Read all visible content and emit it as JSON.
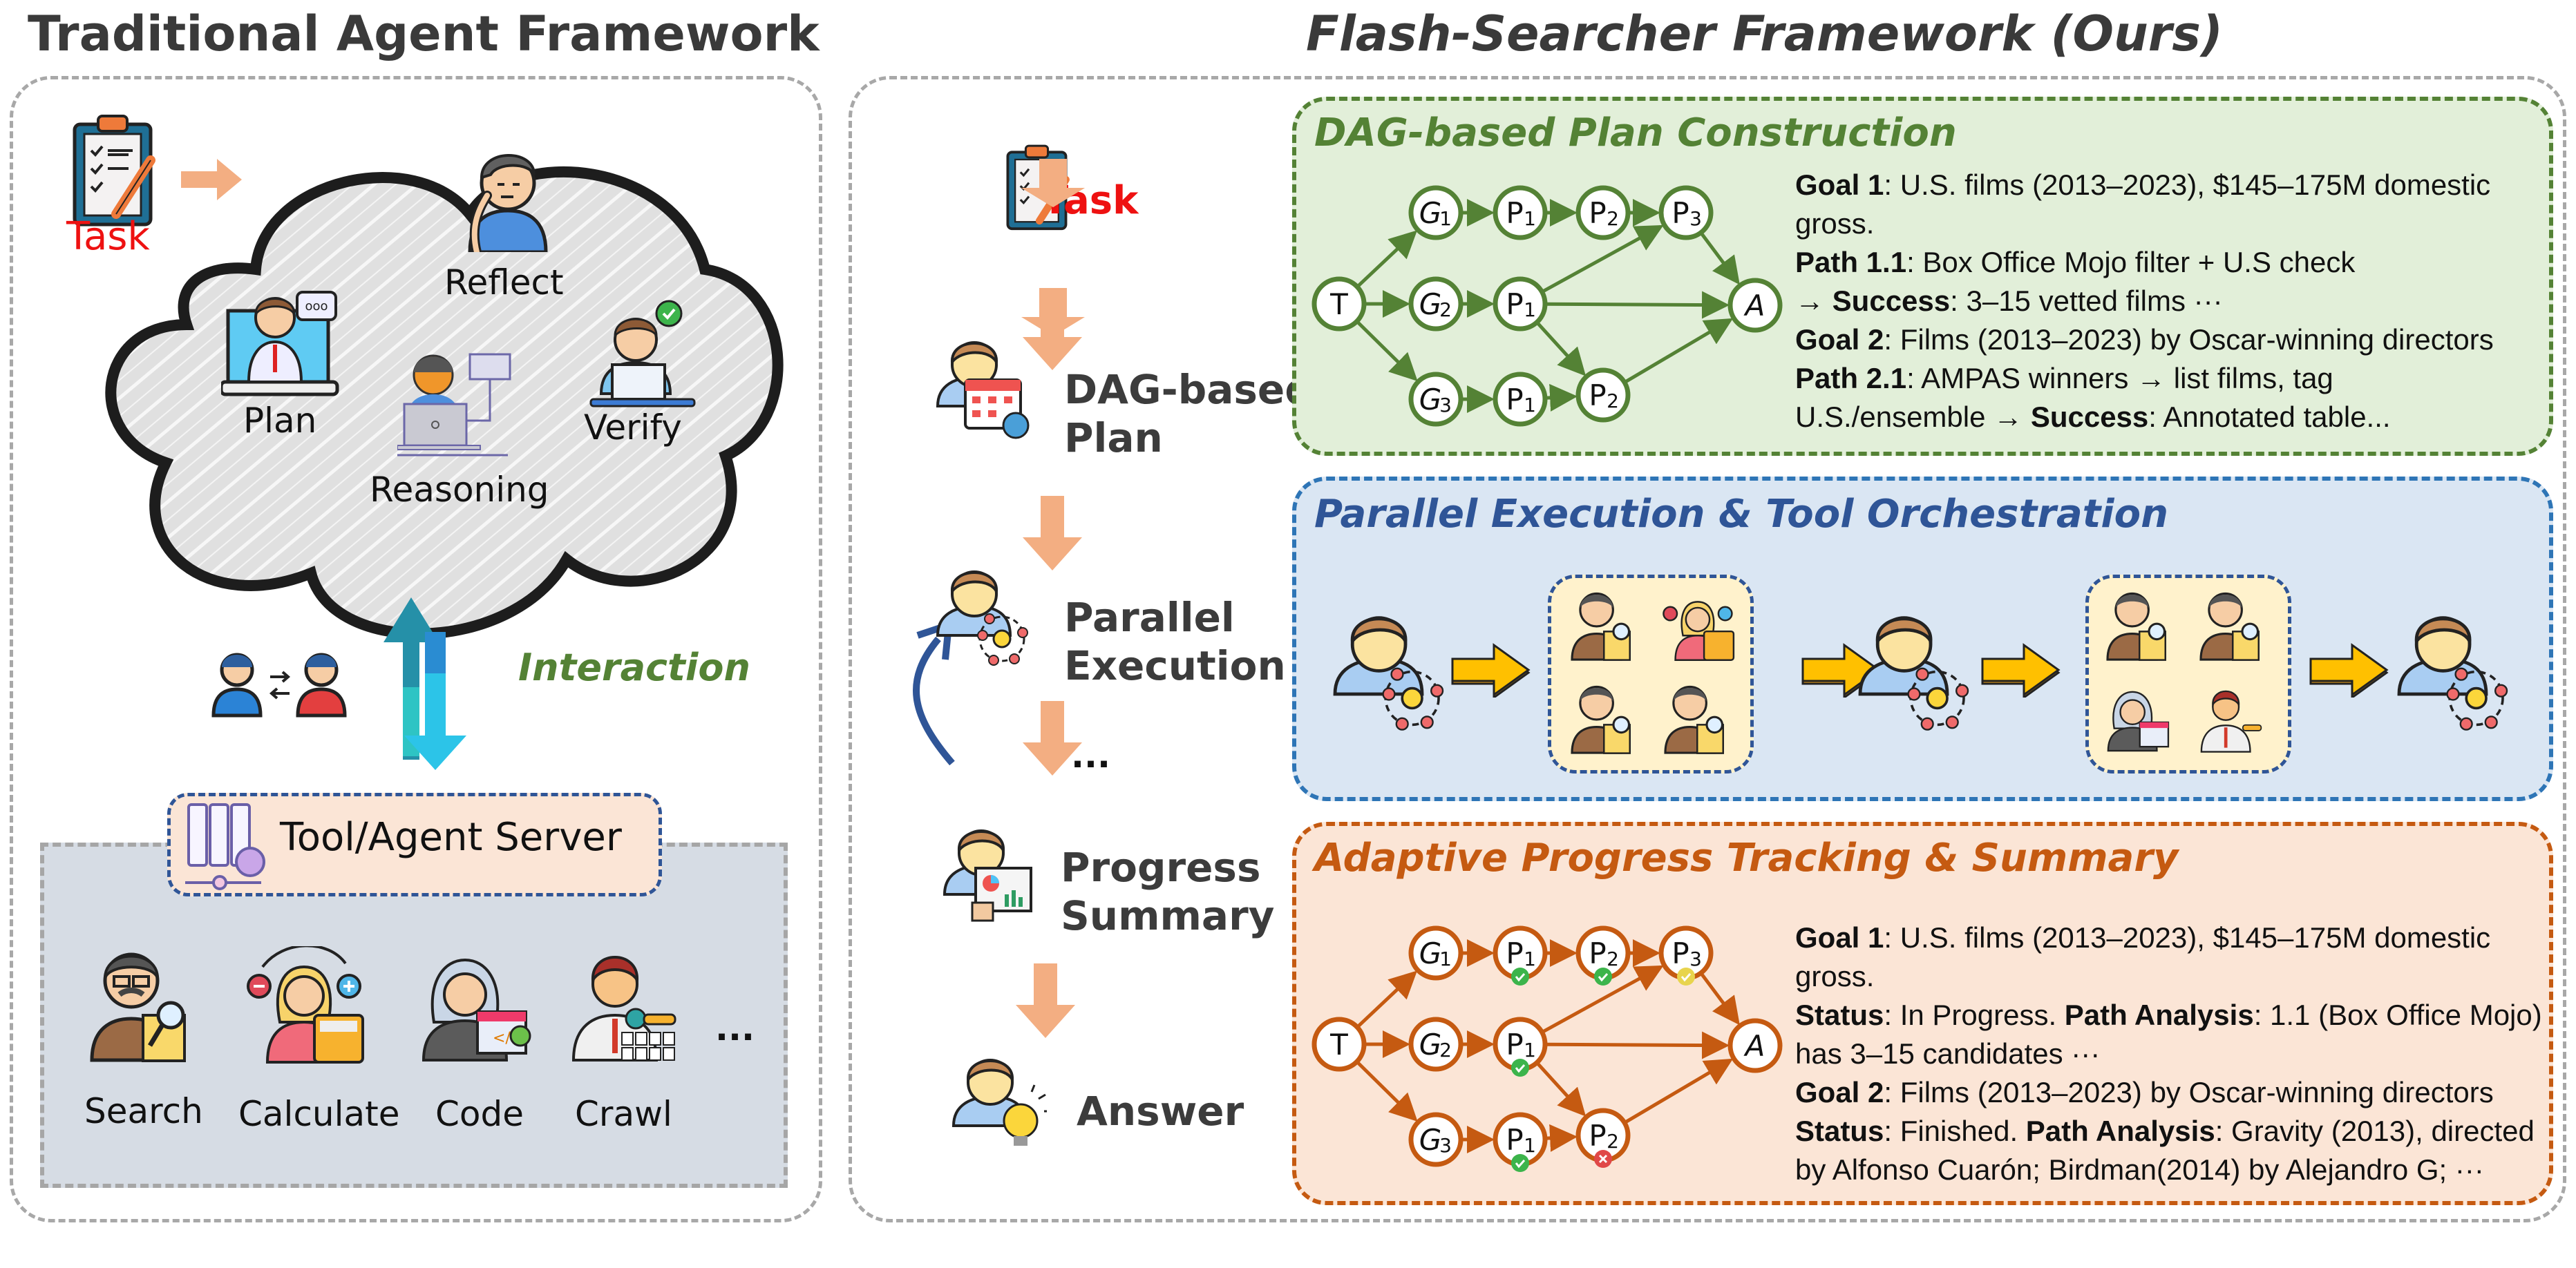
{
  "left": {
    "title": "Traditional Agent Framework",
    "task_label": "Task",
    "cloud_items": [
      {
        "label": "Reflect",
        "icon": "reflect-person-icon"
      },
      {
        "label": "Plan",
        "icon": "plan-person-icon"
      },
      {
        "label": "Reasoning",
        "icon": "reasoning-person-icon"
      },
      {
        "label": "Verify",
        "icon": "verify-person-icon"
      }
    ],
    "interaction_label": "Interaction",
    "server_label": "Tool/Agent Server",
    "tools": [
      {
        "label": "Search",
        "icon": "search-agent-icon"
      },
      {
        "label": "Calculate",
        "icon": "calculate-agent-icon"
      },
      {
        "label": "Code",
        "icon": "code-agent-icon"
      },
      {
        "label": "Crawl",
        "icon": "crawl-agent-icon"
      }
    ],
    "more": "..."
  },
  "right": {
    "title": "Flash-Searcher Framework (Ours)",
    "pipeline": [
      {
        "label": "Task",
        "icon": "clipboard-icon"
      },
      {
        "label": "DAG-based\nPlan",
        "line1": "DAG-based",
        "line2": "Plan",
        "icon": "planner-agent-icon"
      },
      {
        "label": "Parallel\nExecution",
        "line1": "Parallel",
        "line2": "Execution",
        "icon": "executor-agent-icon"
      },
      {
        "label": "Progress\nSummary",
        "line1": "Progress",
        "line2": "Summary",
        "icon": "summary-agent-icon"
      },
      {
        "label": "Answer",
        "icon": "answer-agent-icon"
      }
    ],
    "ellipsis": "...",
    "dag_panel": {
      "title": "DAG-based Plan Construction",
      "color": "#548235",
      "bg": "#e2efd9",
      "lines": [
        {
          "parts": [
            {
              "b": "Goal 1"
            },
            {
              "t": ": U.S. films (2013–2023), $145–175M domestic"
            }
          ]
        },
        {
          "parts": [
            {
              "t": "gross."
            }
          ]
        },
        {
          "parts": [
            {
              "b": "Path 1.1"
            },
            {
              "t": ": Box Office Mojo filter + U.S check"
            }
          ]
        },
        {
          "parts": [
            {
              "t": "→ "
            },
            {
              "b": "Success"
            },
            {
              "t": ": 3–15 vetted films ···"
            }
          ]
        },
        {
          "parts": [
            {
              "b": "Goal 2"
            },
            {
              "t": ": Films (2013–2023) by Oscar-winning directors"
            }
          ]
        },
        {
          "parts": [
            {
              "b": "Path 2.1"
            },
            {
              "t": ": AMPAS winners → list films, tag"
            }
          ]
        },
        {
          "parts": [
            {
              "t": "U.S./ensemble → "
            },
            {
              "b": "Success"
            },
            {
              "t": ": Annotated table..."
            }
          ]
        }
      ]
    },
    "parallel_panel": {
      "title": "Parallel Execution & Tool Orchestration",
      "color": "#2f5597",
      "bg": "#dae6f3",
      "groups": [
        [
          "search-agent-icon",
          "calculate-agent-icon",
          "search-agent-icon",
          "search-agent-icon"
        ],
        [
          "search-agent-icon",
          "search-agent-icon",
          "code-agent-icon",
          "crawl-agent-icon"
        ]
      ]
    },
    "progress_panel": {
      "title": "Adaptive Progress Tracking & Summary",
      "color": "#c55a11",
      "bg": "#fbe5d6",
      "lines": [
        {
          "parts": [
            {
              "b": "Goal 1"
            },
            {
              "t": ": U.S. films (2013–2023), $145–175M domestic"
            }
          ]
        },
        {
          "parts": [
            {
              "t": "gross."
            }
          ]
        },
        {
          "parts": [
            {
              "b": "Status"
            },
            {
              "t": ": In Progress. "
            },
            {
              "b": "Path Analysis"
            },
            {
              "t": ": 1.1 (Box Office Mojo)"
            }
          ]
        },
        {
          "parts": [
            {
              "t": "has 3–15 candidates ···"
            }
          ]
        },
        {
          "parts": [
            {
              "b": "Goal 2"
            },
            {
              "t": ": Films (2013–2023) by Oscar-winning directors"
            }
          ]
        },
        {
          "parts": [
            {
              "b": "Status"
            },
            {
              "t": ": Finished. "
            },
            {
              "b": "Path Analysis"
            },
            {
              "t": ": Gravity (2013), directed"
            }
          ]
        },
        {
          "parts": [
            {
              "t": "by Alfonso Cuarón; Birdman(2014) by Alejandro G; ···"
            }
          ]
        }
      ]
    }
  },
  "dag": {
    "nodes": [
      {
        "id": "T",
        "label": "T",
        "sub": ""
      },
      {
        "id": "G1",
        "label": "G",
        "sub": "1"
      },
      {
        "id": "G1P1",
        "label": "P",
        "sub": "1",
        "status": "done"
      },
      {
        "id": "G1P2",
        "label": "P",
        "sub": "2",
        "status": "done"
      },
      {
        "id": "G1P3",
        "label": "P",
        "sub": "3",
        "status": "in-progress"
      },
      {
        "id": "G2",
        "label": "G",
        "sub": "2"
      },
      {
        "id": "G2P1",
        "label": "P",
        "sub": "1",
        "status": "done"
      },
      {
        "id": "A",
        "label": "A",
        "sub": ""
      },
      {
        "id": "G3",
        "label": "G",
        "sub": "3"
      },
      {
        "id": "G3P1",
        "label": "P",
        "sub": "1",
        "status": "done"
      },
      {
        "id": "G3P2",
        "label": "P",
        "sub": "2",
        "status": "failed"
      }
    ],
    "edges": [
      [
        "T",
        "G1"
      ],
      [
        "T",
        "G2"
      ],
      [
        "T",
        "G3"
      ],
      [
        "G1",
        "G1P1"
      ],
      [
        "G1P1",
        "G1P2"
      ],
      [
        "G1P2",
        "G1P3"
      ],
      [
        "G1P3",
        "A"
      ],
      [
        "G2",
        "G2P1"
      ],
      [
        "G2P1",
        "G1P3"
      ],
      [
        "G2P1",
        "A"
      ],
      [
        "G2P1",
        "G3P2"
      ],
      [
        "G3",
        "G3P1"
      ],
      [
        "G3P1",
        "G3P2"
      ],
      [
        "G3P2",
        "A"
      ]
    ],
    "status_colors": {
      "done": "#3cb44b",
      "in-progress": "#e8d44d",
      "failed": "#e04848"
    }
  }
}
